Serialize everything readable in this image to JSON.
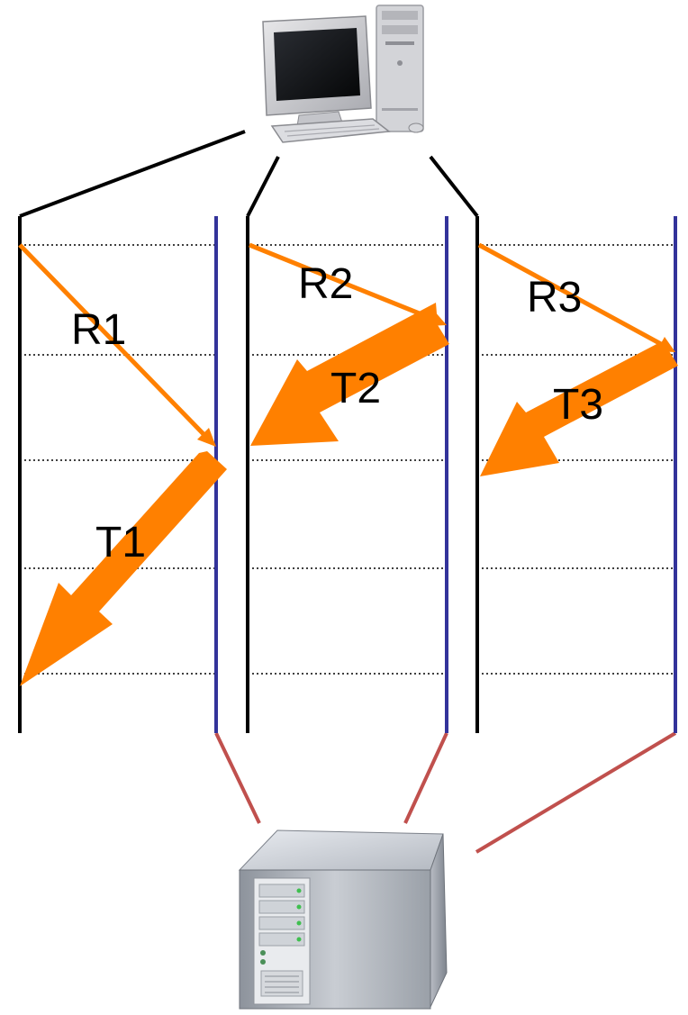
{
  "colors": {
    "client_line": "#000000",
    "server_line": "#33339a",
    "server_link": "#c0504d",
    "arrow": "#ff8000",
    "time_rule": "#000000"
  },
  "icons": {
    "client": "desktop-computer-icon",
    "server": "server-tower-icon"
  },
  "exchanges": [
    {
      "request_label": "R1",
      "response_label": "T1"
    },
    {
      "request_label": "R2",
      "response_label": "T2"
    },
    {
      "request_label": "R3",
      "response_label": "T3"
    }
  ]
}
